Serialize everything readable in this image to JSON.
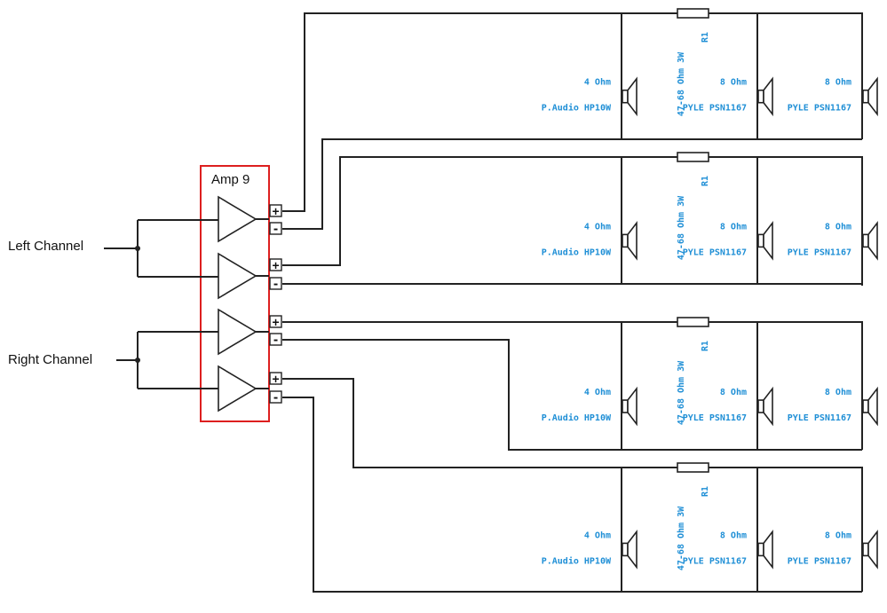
{
  "amp_label": "Amp 9",
  "inputs": {
    "left": "Left Channel",
    "right": "Right Channel"
  },
  "terminals": {
    "plus": "+",
    "minus": "-"
  },
  "rows": [
    {
      "resistor": {
        "id": "R1",
        "spec": "47-68 Ohm 3W"
      },
      "speakers": [
        {
          "impedance": "4 Ohm",
          "model": "P.Audio HP10W"
        },
        {
          "impedance": "8 Ohm",
          "model": "PYLE PSN1167"
        },
        {
          "impedance": "8 Ohm",
          "model": "PYLE PSN1167"
        }
      ]
    },
    {
      "resistor": {
        "id": "R1",
        "spec": "47-68 Ohm 3W"
      },
      "speakers": [
        {
          "impedance": "4 Ohm",
          "model": "P.Audio HP10W"
        },
        {
          "impedance": "8 Ohm",
          "model": "PYLE PSN1167"
        },
        {
          "impedance": "8 Ohm",
          "model": "PYLE PSN1167"
        }
      ]
    },
    {
      "resistor": {
        "id": "R1",
        "spec": "47-68 Ohm 3W"
      },
      "speakers": [
        {
          "impedance": "4 Ohm",
          "model": "P.Audio HP10W"
        },
        {
          "impedance": "8 Ohm",
          "model": "PYLE PSN1167"
        },
        {
          "impedance": "8 Ohm",
          "model": "PYLE PSN1167"
        }
      ]
    },
    {
      "resistor": {
        "id": "R1",
        "spec": "47-68 Ohm 3W"
      },
      "speakers": [
        {
          "impedance": "4 Ohm",
          "model": "P.Audio HP10W"
        },
        {
          "impedance": "8 Ohm",
          "model": "PYLE PSN1167"
        },
        {
          "impedance": "8 Ohm",
          "model": "PYLE PSN1167"
        }
      ]
    }
  ],
  "colors": {
    "amp_box": "#dd1f1f",
    "spec_text": "#1f8fd6",
    "wire": "#222222"
  }
}
